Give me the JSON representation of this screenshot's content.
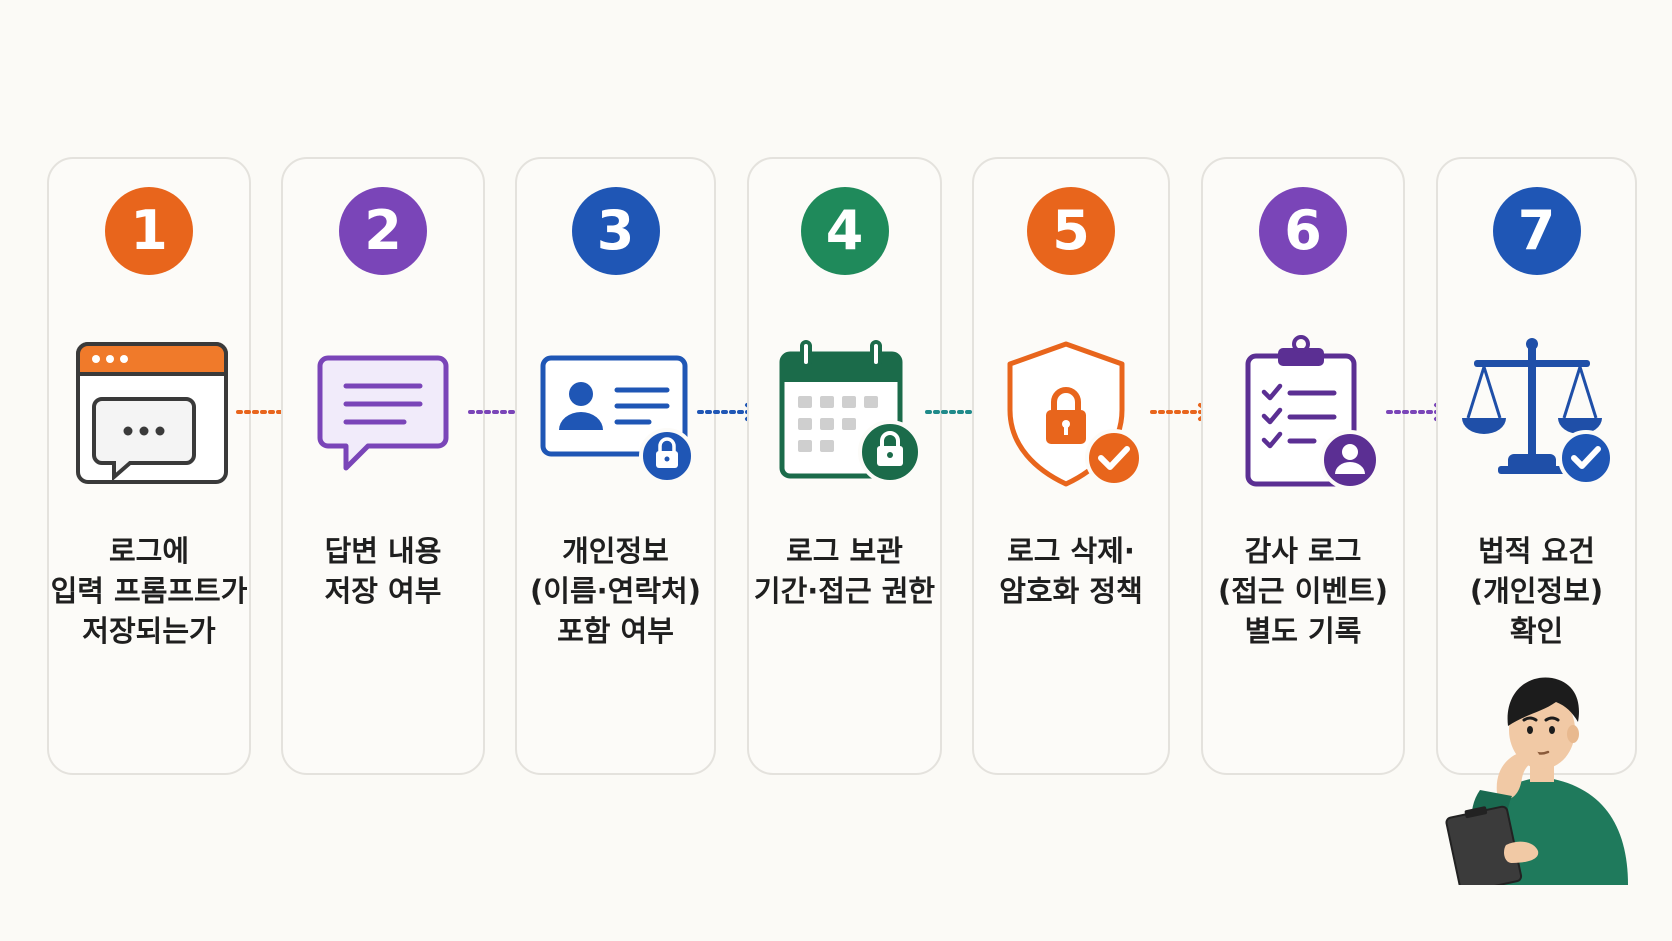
{
  "steps": [
    {
      "number": "1",
      "color": "#e8651c",
      "lines": [
        "로그에",
        "입력 프롬프트가",
        "저장되는가"
      ],
      "icon": "chat-window-icon"
    },
    {
      "number": "2",
      "color": "#7a45b8",
      "lines": [
        "답변 내용",
        "저장 여부"
      ],
      "icon": "speech-bubble-icon"
    },
    {
      "number": "3",
      "color": "#1f56b5",
      "lines": [
        "개인정보",
        "(이름·연락처)",
        "포함 여부"
      ],
      "icon": "id-card-lock-icon"
    },
    {
      "number": "4",
      "color": "#1f8a5b",
      "lines": [
        "로그 보관",
        "기간·접근 권한"
      ],
      "icon": "calendar-lock-icon"
    },
    {
      "number": "5",
      "color": "#e8651c",
      "lines": [
        "로그 삭제·",
        "암호화 정책"
      ],
      "icon": "shield-lock-icon"
    },
    {
      "number": "6",
      "color": "#7a45b8",
      "lines": [
        "감사 로그",
        "(접근 이벤트)",
        "별도 기록"
      ],
      "icon": "clipboard-checklist-icon"
    },
    {
      "number": "7",
      "color": "#1f56b5",
      "lines": [
        "법적 요건",
        "(개인정보)",
        "확인"
      ],
      "icon": "scales-check-icon"
    }
  ],
  "arrow_colors": [
    "#e8651c",
    "#7a45b8",
    "#1f56b5",
    "#1f8a8a",
    "#e8651c",
    "#7a45b8"
  ]
}
